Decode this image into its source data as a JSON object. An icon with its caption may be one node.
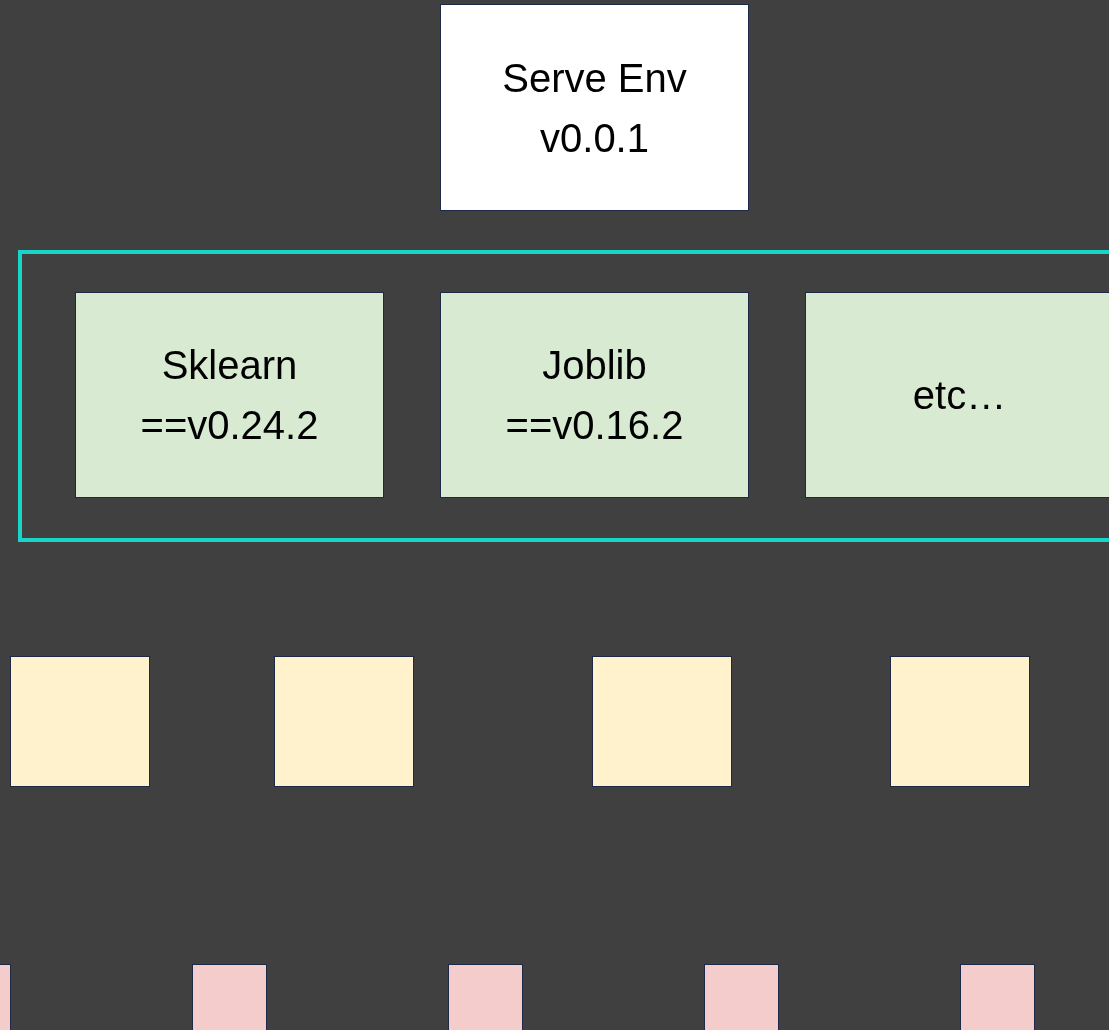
{
  "diagram": {
    "nodes": [
      {
        "text": [
          "Serve Env v0.0.1"
        ]
      },
      {
        "text": [],
        "shape": "box"
      },
      {
        "text": [
          "Sklearn ==v0.24.2"
        ],
        "in": 1
      },
      {
        "text": [
          "Joblib ==v0.16.2"
        ],
        "in": 1
      },
      {
        "text": [
          "etc…"
        ],
        "in": 1
      },
      {
        "text": [],
        "shape": "box"
      },
      {
        "text": [],
        "shape": "box"
      },
      {
        "text": [],
        "shape": "box"
      },
      {
        "text": [],
        "shape": "box"
      },
      {
        "text": [],
        "shape": "box"
      },
      {
        "text": [],
        "shape": "box"
      },
      {
        "text": [],
        "shape": "box"
      },
      {
        "text": [],
        "shape": "box"
      },
      {
        "text": [],
        "shape": "box"
      }
    ]
  }
}
